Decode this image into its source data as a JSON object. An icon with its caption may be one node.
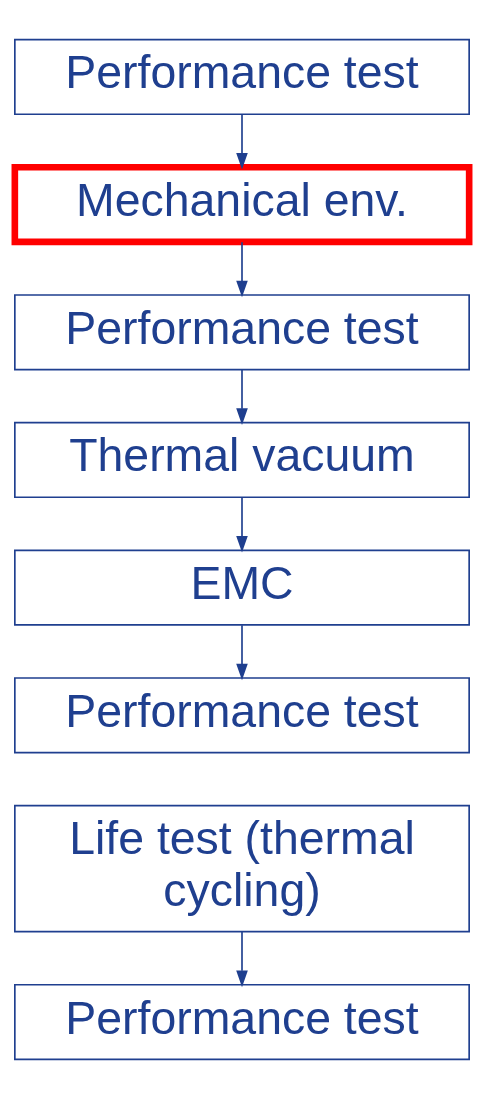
{
  "diagram": {
    "nodes": [
      {
        "text": [
          "Performance test"
        ]
      },
      {
        "text": [
          "Mechanical env."
        ]
      },
      {
        "text": [
          "Performance test"
        ]
      },
      {
        "text": [
          "Thermal vacuum"
        ]
      },
      {
        "text": [
          "EMC"
        ]
      },
      {
        "text": [
          "Performance test"
        ]
      },
      {
        "text": [
          "Life test (thermal cycling)"
        ]
      },
      {
        "text": [
          "Performance test"
        ]
      }
    ],
    "edges": [
      {
        "from": 0,
        "to": 1,
        "arrow": "to"
      },
      {
        "from": 1,
        "to": 2,
        "arrow": "to"
      },
      {
        "from": 2,
        "to": 3,
        "arrow": "to"
      },
      {
        "from": 3,
        "to": 4,
        "arrow": "to"
      },
      {
        "from": 4,
        "to": 5,
        "arrow": "to"
      },
      {
        "from": 6,
        "to": 7,
        "arrow": "to"
      }
    ]
  }
}
